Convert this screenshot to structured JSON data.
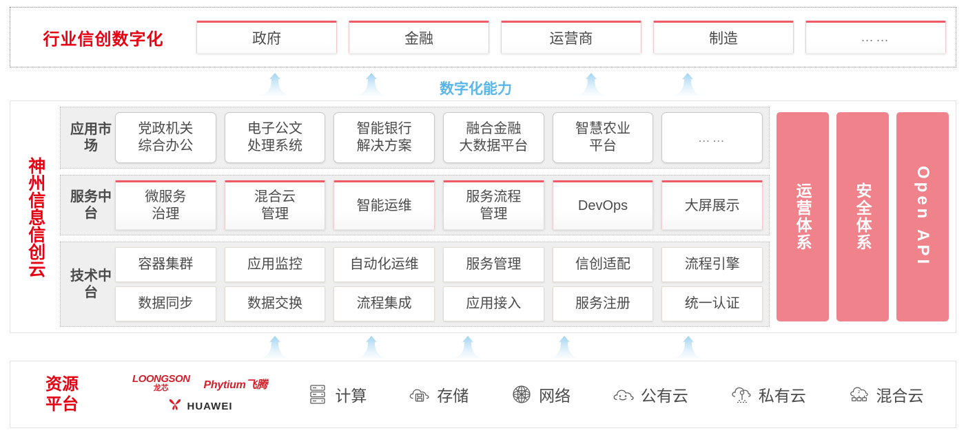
{
  "industry": {
    "title": "行业信创数字化",
    "boxes": [
      {
        "label": "政府"
      },
      {
        "label": "金融"
      },
      {
        "label": "运营商"
      },
      {
        "label": "制造"
      },
      {
        "label": "……"
      }
    ]
  },
  "capability": {
    "label": "数字化能力",
    "arrow_count_top": 4,
    "arrow_count_bottom": 5
  },
  "cloud": {
    "title": "神州信息信创云",
    "layers": [
      {
        "label": "应用市场",
        "cells": [
          "党政机关\n综合办公",
          "电子公文\n处理系统",
          "智能银行\n解决方案",
          "融合金融\n大数据平台",
          "智慧农业\n平台",
          "……"
        ]
      },
      {
        "label": "服务中台",
        "cells": [
          "微服务\n治理",
          "混合云\n管理",
          "智能运维",
          "服务流程\n管理",
          "DevOps",
          "大屏展示"
        ]
      },
      {
        "label": "技术中台",
        "row1": [
          "容器集群",
          "应用监控",
          "自动化运维",
          "服务管理",
          "信创适配",
          "流程引擎"
        ],
        "row2": [
          "数据同步",
          "数据交换",
          "流程集成",
          "应用接入",
          "服务注册",
          "统一认证"
        ]
      }
    ],
    "pillars": [
      {
        "label": "运营体系",
        "mode": "vertical"
      },
      {
        "label": "安全体系",
        "mode": "vertical"
      },
      {
        "label": "Open API",
        "mode": "rotated"
      }
    ]
  },
  "resource": {
    "title": "资源\n平台",
    "vendors": [
      {
        "name": "LOONGSON",
        "name_cn": "龙芯",
        "icon": "loongson-logo"
      },
      {
        "name": "Phytium飞腾",
        "icon": "phytium-logo"
      },
      {
        "name": "HUAWEI",
        "icon": "huawei-logo"
      }
    ],
    "items": [
      {
        "label": "计算",
        "icon": "server-icon"
      },
      {
        "label": "存储",
        "icon": "cloud-storage-icon"
      },
      {
        "label": "网络",
        "icon": "network-mesh-icon"
      },
      {
        "label": "公有云",
        "icon": "public-cloud-icon"
      },
      {
        "label": "私有云",
        "icon": "private-cloud-icon"
      },
      {
        "label": "混合云",
        "icon": "hybrid-cloud-icon"
      }
    ]
  },
  "colors": {
    "brand_red": "#e60012",
    "accent_pink": "#f0828b",
    "card_top_border": "#ef5a64",
    "arrow_blue": "#bfe0f5",
    "capability_text": "#5bb6e8",
    "layer_bg": "#efefef",
    "text_gray": "#4a4a4a"
  }
}
